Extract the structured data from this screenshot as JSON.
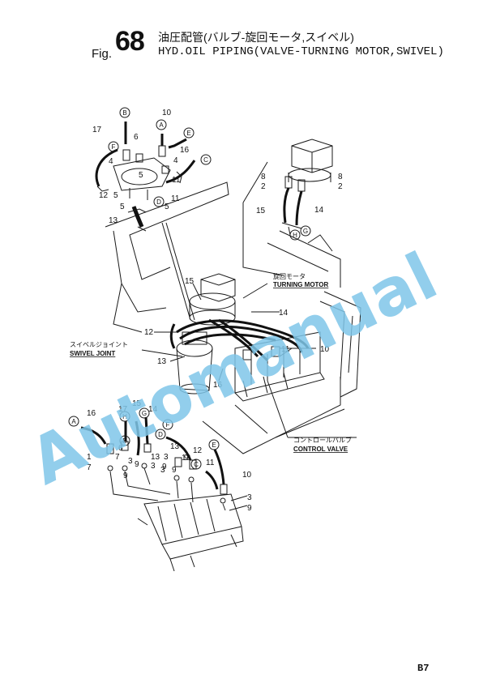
{
  "header": {
    "fig_label": "Fig.",
    "fig_number": "68",
    "title_jp": "油圧配管(バルブ-旋回モータ,スイベル)",
    "title_en": "HYD.OIL PIPING(VALVE-TURNING MOTOR,SWIVEL)"
  },
  "watermark": "Automanual",
  "callouts": {
    "turning_motor_jp": "旋回モータ",
    "turning_motor_en": "TURNING MOTOR",
    "swivel_jp": "スイベルジョイント",
    "swivel_en": "SWIVEL JOINT",
    "control_jp": "コントロールバルブ",
    "control_en": "CONTROL VALVE"
  },
  "circle_letters": {
    "a": "A",
    "b": "B",
    "c": "C",
    "d": "D",
    "e": "E",
    "f": "F",
    "g": "G",
    "h": "H"
  },
  "part_numbers": {
    "p1": "1",
    "p2": "2",
    "p3": "3",
    "p4": "4",
    "p5": "5",
    "p6": "6",
    "p7": "7",
    "p8": "8",
    "p9": "9",
    "p10": "10",
    "p11": "11",
    "p12": "12",
    "p13": "13",
    "p14": "14",
    "p15": "15",
    "p16": "16",
    "p17": "17"
  },
  "page_number": "B7"
}
